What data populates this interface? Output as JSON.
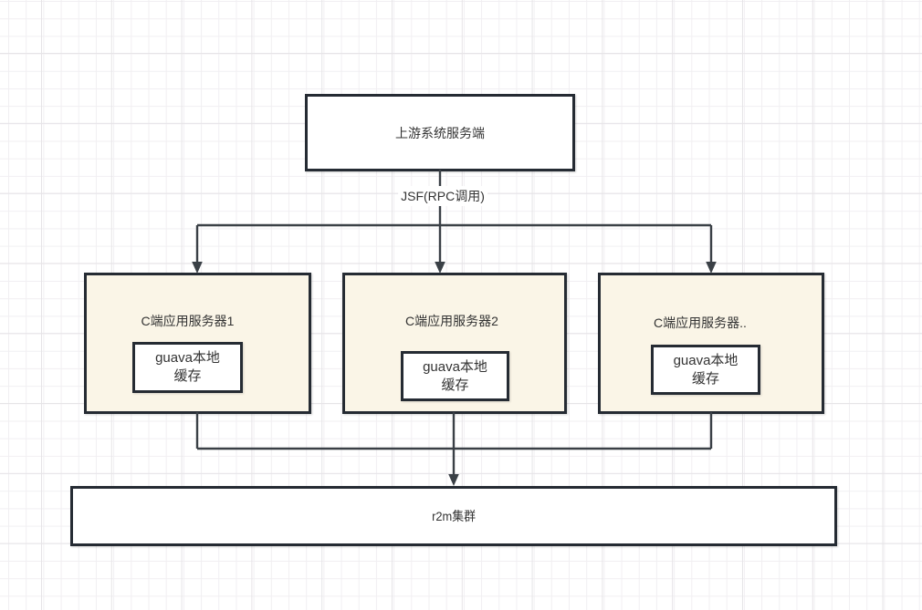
{
  "canvas": {
    "background": "#ffffff",
    "grid_minor_color": "#f1eff2",
    "grid_major_color": "#e6e4e7"
  },
  "colors": {
    "node_border": "#252b33",
    "connector_line": "#3a4046",
    "server_fill": "#faf5e7",
    "node_fill": "#ffffff",
    "text": "#333333"
  },
  "diagram": {
    "upstream": {
      "label": "上游系统服务端"
    },
    "rpc_edge_label": "JSF(RPC调用)",
    "servers": [
      {
        "label": "C端应用服务器1",
        "cache_label": "guava本地缓存"
      },
      {
        "label": "C端应用服务器2",
        "cache_label": "guava本地缓存"
      },
      {
        "label": "C端应用服务器..",
        "cache_label": "guava本地缓存"
      }
    ],
    "r2m": {
      "label": "r2m集群"
    }
  }
}
